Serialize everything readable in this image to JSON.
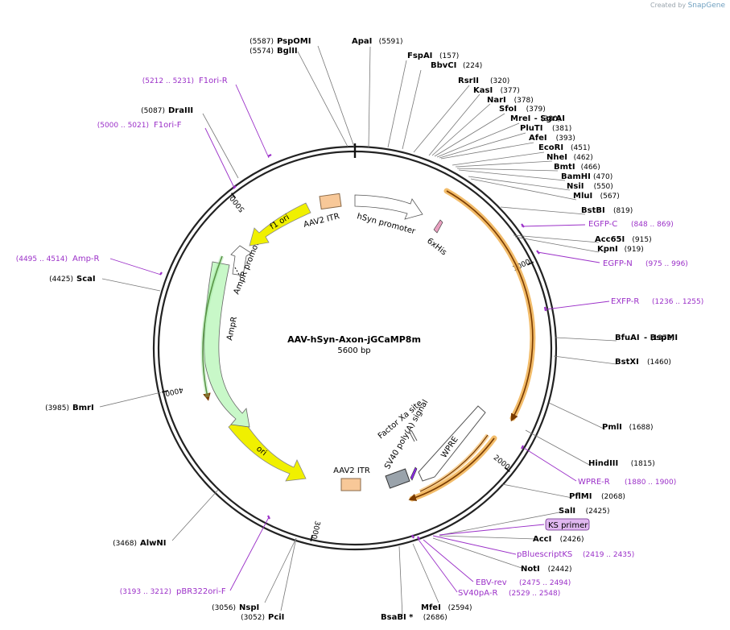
{
  "branding": {
    "created_by": "Created by",
    "brand": "SnapGene"
  },
  "plasmid": {
    "name": "AAV-hSyn-Axon-jGCaMP8m",
    "size_label": "5600 bp",
    "length": 5600
  },
  "colors": {
    "backbone": "#222222",
    "enzyme": "#000000",
    "primer": "#9b30c8",
    "ori": "#f0f000",
    "itr": "#f8c898",
    "ampr": "#c8f8c8",
    "orange_outline": "#f0b050",
    "ks_box": "#e0b8f0"
  },
  "ticks": [
    {
      "pos": 0,
      "label": ""
    },
    {
      "pos": 1000,
      "label": "1000"
    },
    {
      "pos": 2000,
      "label": "2000"
    },
    {
      "pos": 3000,
      "label": "3000"
    },
    {
      "pos": 4000,
      "label": "4000"
    },
    {
      "pos": 5000,
      "label": "5000"
    }
  ],
  "features": [
    {
      "name": "f1 ori",
      "type": "f1ori",
      "label": "f1 ori"
    },
    {
      "name": "AAV2 ITR top",
      "type": "itr",
      "label": "AAV2 ITR"
    },
    {
      "name": "hSyn promoter",
      "type": "promoter",
      "label": "hSyn promoter"
    },
    {
      "name": "6xHis",
      "type": "tag",
      "label": "6xHis"
    },
    {
      "name": "AmpR promoter",
      "type": "promoter",
      "label": "AmpR promoter"
    },
    {
      "name": "AmpR",
      "type": "ampr",
      "label": "AmpR"
    },
    {
      "name": "ori",
      "type": "ori",
      "label": "ori"
    },
    {
      "name": "AAV2 ITR bottom",
      "type": "itr",
      "label": "AAV2 ITR"
    },
    {
      "name": "SV40 poly(A) signal",
      "type": "polya",
      "label": "SV40 poly(A) signal"
    },
    {
      "name": "WPRE",
      "type": "wpre",
      "label": "WPRE"
    },
    {
      "name": "Factor Xa site",
      "type": "site",
      "label": "Factor Xa site"
    }
  ],
  "enzymes": [
    {
      "name": "PspOMI",
      "pos": "(5587)"
    },
    {
      "name": "BglII",
      "pos": "(5574)"
    },
    {
      "name": "ApaI",
      "pos": "(5591)"
    },
    {
      "name": "FspAI",
      "pos": "(157)"
    },
    {
      "name": "BbvCI",
      "pos": "(224)"
    },
    {
      "name": "RsrII",
      "pos": "(320)"
    },
    {
      "name": "KasI",
      "pos": "(377)"
    },
    {
      "name": "NarI",
      "pos": "(378)"
    },
    {
      "name": "SfoI",
      "pos": "(379)"
    },
    {
      "name": "MreI",
      "pos": "(380)",
      "pair": "SgrAI"
    },
    {
      "name": "PluTI",
      "pos": "(381)"
    },
    {
      "name": "AfeI",
      "pos": "(393)"
    },
    {
      "name": "EcoRI",
      "pos": "(451)"
    },
    {
      "name": "NheI",
      "pos": "(462)"
    },
    {
      "name": "BmtI",
      "pos": "(466)"
    },
    {
      "name": "BamHI",
      "pos": "(470)"
    },
    {
      "name": "NsiI",
      "pos": "(550)"
    },
    {
      "name": "MluI",
      "pos": "(567)"
    },
    {
      "name": "BstBI",
      "pos": "(819)"
    },
    {
      "name": "Acc65I",
      "pos": "(915)"
    },
    {
      "name": "KpnI",
      "pos": "(919)"
    },
    {
      "name": "BfuAI",
      "pos": "(1372)",
      "pair": "BspMI"
    },
    {
      "name": "BstXI",
      "pos": "(1460)"
    },
    {
      "name": "PmlI",
      "pos": "(1688)"
    },
    {
      "name": "HindIII",
      "pos": "(1815)"
    },
    {
      "name": "PflMI",
      "pos": "(2068)"
    },
    {
      "name": "SalI",
      "pos": "(2425)"
    },
    {
      "name": "AccI",
      "pos": "(2426)"
    },
    {
      "name": "NotI",
      "pos": "(2442)"
    },
    {
      "name": "MfeI",
      "pos": "(2594)"
    },
    {
      "name": "BsaBI *",
      "pos": "(2686)"
    },
    {
      "name": "PciI",
      "pos": "(3052)"
    },
    {
      "name": "NspI",
      "pos": "(3056)"
    },
    {
      "name": "AlwNI",
      "pos": "(3468)"
    },
    {
      "name": "BmrI",
      "pos": "(3985)"
    },
    {
      "name": "ScaI",
      "pos": "(4425)"
    },
    {
      "name": "DraIII",
      "pos": "(5087)"
    }
  ],
  "primers": [
    {
      "name": "F1ori-R",
      "range": "(5212 .. 5231)"
    },
    {
      "name": "F1ori-F",
      "range": "(5000 .. 5021)"
    },
    {
      "name": "Amp-R",
      "range": "(4495 .. 4514)"
    },
    {
      "name": "EGFP-C",
      "range": "(848 .. 869)"
    },
    {
      "name": "EGFP-N",
      "range": "(975 .. 996)"
    },
    {
      "name": "EXFP-R",
      "range": "(1236 .. 1255)"
    },
    {
      "name": "WPRE-R",
      "range": "(1880 .. 1900)"
    },
    {
      "name": "KS primer",
      "range": ""
    },
    {
      "name": "pBluescriptKS",
      "range": "(2419 .. 2435)"
    },
    {
      "name": "EBV-rev",
      "range": "(2475 .. 2494)"
    },
    {
      "name": "SV40pA-R",
      "range": "(2529 .. 2548)"
    },
    {
      "name": "pBR322ori-F",
      "range": "(3193 .. 3212)"
    }
  ]
}
